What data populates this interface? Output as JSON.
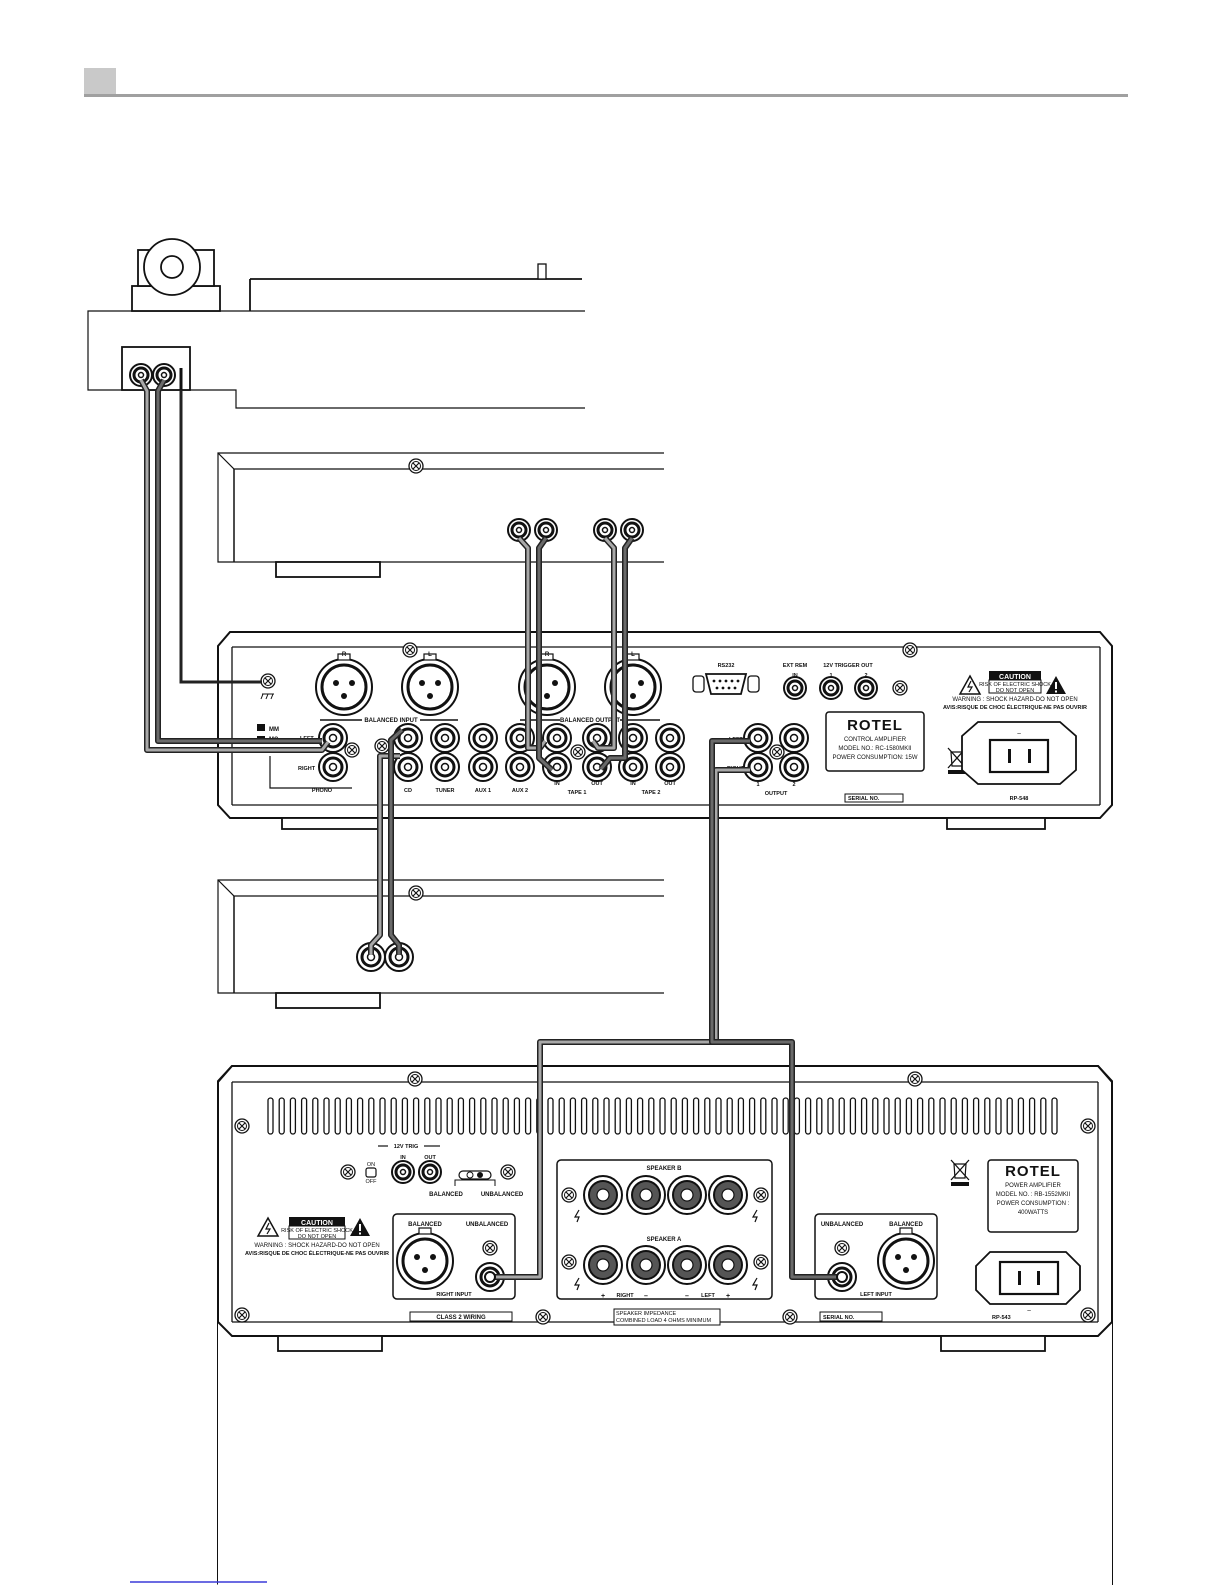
{
  "colors": {
    "header_tab": "#c9c9c9",
    "header_rule": "#a0a0a0",
    "cable_light": "#a8a8a8",
    "cable_dark": "#6a6a6a",
    "footer_link": "#3a3ad8"
  },
  "control_amp": {
    "labels": {
      "r": "R",
      "l": "L",
      "mm": "MM",
      "mc": "MC",
      "left": "LEFT",
      "right": "RIGHT",
      "phono": "PHONO",
      "balanced_input": "BALANCED INPUT",
      "balanced_output": "BALANCED OUTPUT",
      "cd": "CD",
      "tuner": "TUNER",
      "aux1": "AUX 1",
      "aux2": "AUX 2",
      "in": "IN",
      "out": "OUT",
      "tape1": "TAPE 1",
      "tape2": "TAPE 2",
      "rs232": "RS232",
      "ext_rem": "EXT REM",
      "trigger_out": "12V TRIGGER OUT",
      "one": "1",
      "two": "2",
      "output": "OUTPUT",
      "serial_no": "SERIAL NO.",
      "rp": "RP-548"
    },
    "caution": {
      "title": "CAUTION",
      "sub1": "RISK OF ELECTRIC SHOCK",
      "sub2": "DO NOT OPEN",
      "warning": "WARNING : SHOCK HAZARD-DO NOT OPEN",
      "avis": "AVIS:RISQUE DE CHOC ÉLECTRIQUE-NE PAS OUVRIR"
    },
    "plate": {
      "brand": "ROTEL",
      "line1": "CONTROL AMPLIFIER",
      "line2": "MODEL NO.: RC-1580MKII",
      "line3": "POWER CONSUMPTION: 15W"
    },
    "ac_symbol": "~"
  },
  "power_amp": {
    "labels": {
      "trig": "12V TRIG",
      "on": "ON",
      "off": "OFF",
      "in": "IN",
      "out": "OUT",
      "balanced": "BALANCED",
      "unbalanced": "UNBALANCED",
      "right_input": "RIGHT INPUT",
      "left_input": "LEFT INPUT",
      "speaker_b": "SPEAKER B",
      "speaker_a": "SPEAKER A",
      "plus": "+",
      "minus": "–",
      "right": "RIGHT",
      "left": "LEFT",
      "impedance1": "SPEAKER IMPEDANCE",
      "impedance2": "COMBINED LOAD 4 OHMS MINIMUM",
      "class2": "CLASS 2 WIRING",
      "serial_no": "SERIAL NO.",
      "rp": "RP-543"
    },
    "caution": {
      "title": "CAUTION",
      "sub1": "RISK OF ELECTRIC SHOCK",
      "sub2": "DO NOT OPEN",
      "warning": "WARNING : SHOCK HAZARD-DO NOT OPEN",
      "avis": "AVIS:RISQUE DE CHOC ÉLECTRIQUE-NE PAS OUVRIR"
    },
    "plate": {
      "brand": "ROTEL",
      "line1": "POWER AMPLIFIER",
      "line2": "MODEL NO. : RB-1552MKII",
      "line3": "POWER CONSUMPTION :",
      "line4": "400WATTS"
    },
    "ac_symbol": "~"
  }
}
